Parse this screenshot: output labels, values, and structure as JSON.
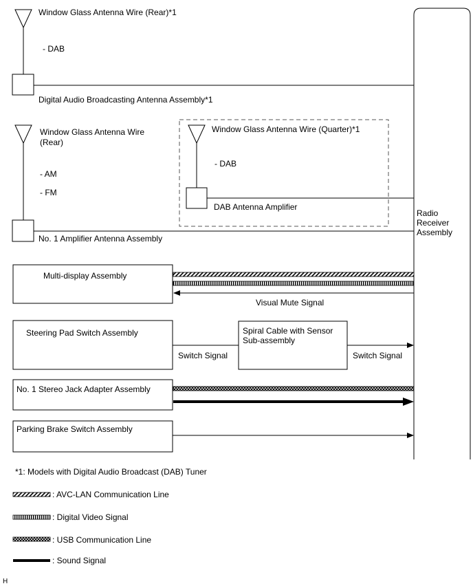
{
  "receiver": {
    "line1": "Radio",
    "line2": "Receiver",
    "line3": "Assembly"
  },
  "antennas": {
    "rear_wire_dab": "Window Glass Antenna Wire (Rear)*1",
    "dab_band": "- DAB",
    "dab_antenna_assembly": "Digital Audio Broadcasting Antenna Assembly*1",
    "rear_wire_line1": "Window Glass Antenna Wire",
    "rear_wire_line2": "(Rear)",
    "am_band": "- AM",
    "fm_band": "- FM",
    "quarter_wire": "Window Glass Antenna Wire (Quarter)*1",
    "quarter_dab_band": "- DAB",
    "dab_amplifier": "DAB Antenna Amplifier",
    "no1_amplifier": "No. 1 Amplifier Antenna Assembly"
  },
  "components": {
    "multi_display": "Multi-display Assembly",
    "visual_mute_signal": "Visual Mute Signal",
    "steering_pad": "Steering Pad Switch Assembly",
    "switch_signal_left": "Switch Signal",
    "spiral_cable_line1": "Spiral Cable with Sensor",
    "spiral_cable_line2": "Sub-assembly",
    "switch_signal_right": "Switch Signal",
    "stereo_jack": "No. 1 Stereo Jack Adapter Assembly",
    "parking_brake": "Parking Brake Switch Assembly"
  },
  "footnote": "*1: Models with Digital Audio Broadcast (DAB) Tuner",
  "legend": {
    "avc_lan": ": AVC-LAN Communication Line",
    "digital_video": ": Digital Video Signal",
    "usb": ": USB Communication Line",
    "sound": ": Sound Signal"
  },
  "corner_mark": "H",
  "colors": {
    "line": "#000000",
    "dashed_box": "#555555",
    "background": "#ffffff"
  }
}
